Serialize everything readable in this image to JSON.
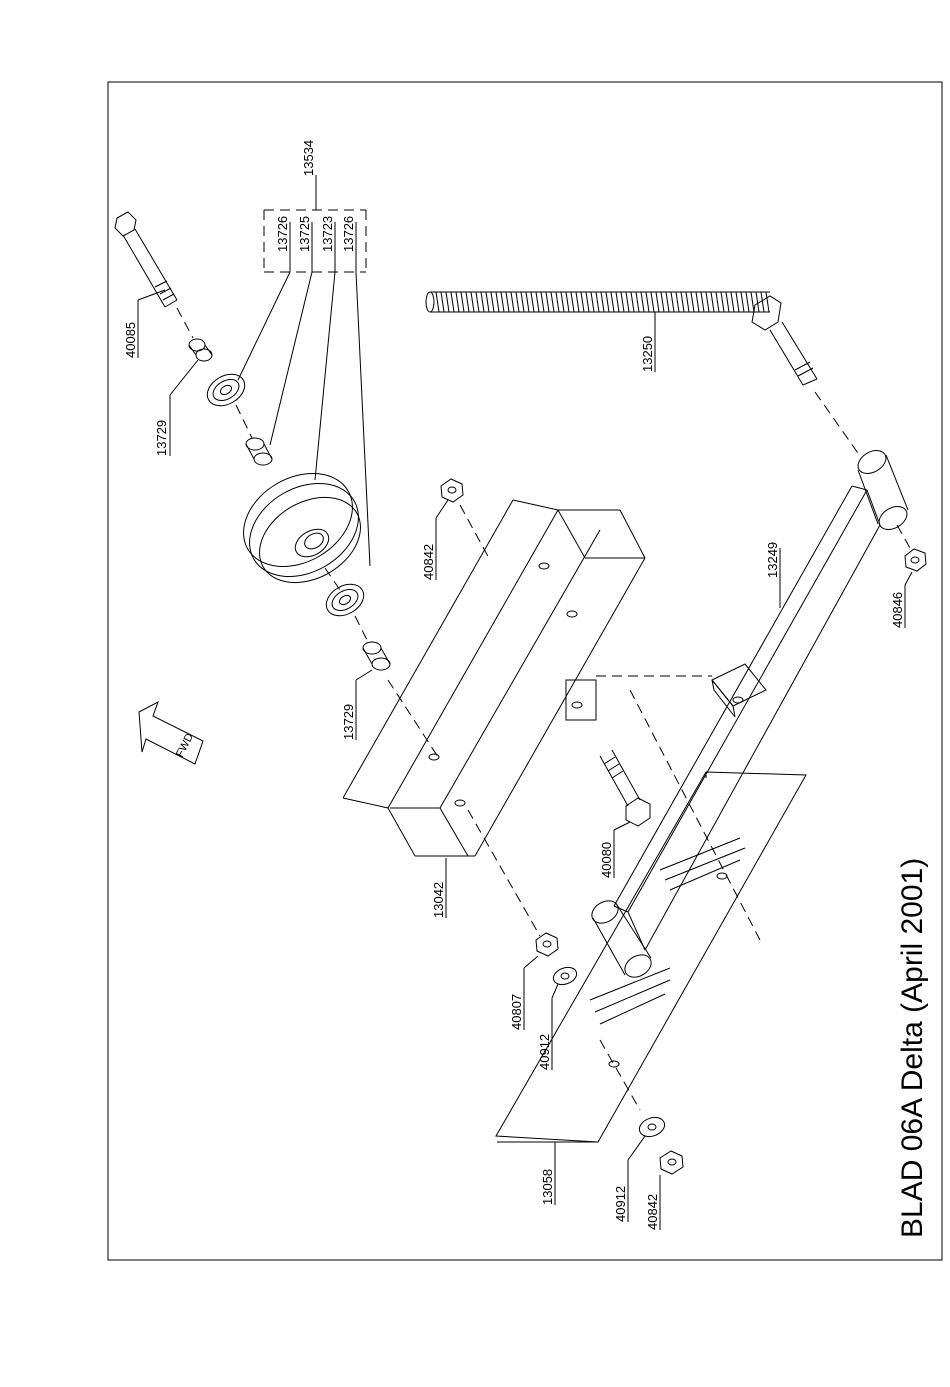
{
  "title": "BLAD 06A Delta (April 2001)",
  "fwd_label": "FWD",
  "parts": {
    "p13534": "13534",
    "p13726a": "13726",
    "p13725": "13725",
    "p13723": "13723",
    "p13726b": "13726",
    "p40085": "40085",
    "p13729a": "13729",
    "p13729b": "13729",
    "p13250": "13250",
    "p40842a": "40842",
    "p13249": "13249",
    "p40846": "40846",
    "p13042": "13042",
    "p40080": "40080",
    "p40807": "40807",
    "p40912a": "40912",
    "p13058": "13058",
    "p40912b": "40912",
    "p40842b": "40842"
  }
}
